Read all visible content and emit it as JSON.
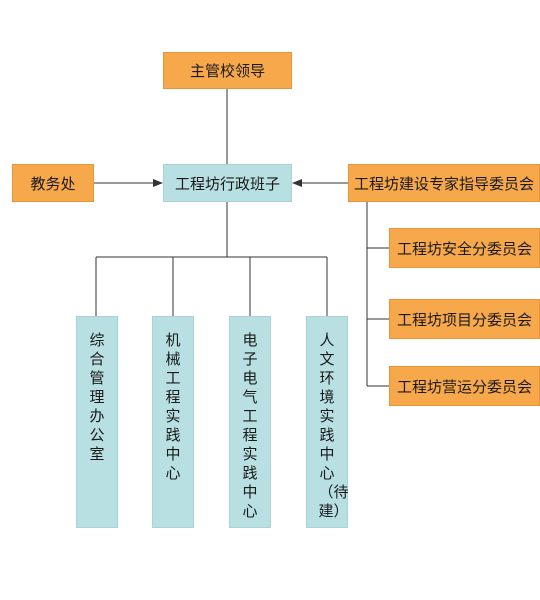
{
  "diagram": {
    "nodes": {
      "leader": "主管校领导",
      "academic_affairs": "教务处",
      "admin_group": "工程坊行政班子",
      "expert_committee": "工程坊建设专家指导委员会",
      "safety_committee": "工程坊安全分委员会",
      "project_committee": "工程坊项目分委员会",
      "operations_committee": "工程坊营运分委员会"
    },
    "departments": [
      "综合管理办公室",
      "机械工程实践中心",
      "电子电气工程实践中心",
      "人文环境实践中心（待建）"
    ],
    "colors": {
      "orange": "#f7a84a",
      "light_blue": "#b8e0e3",
      "line": "#333333"
    }
  }
}
